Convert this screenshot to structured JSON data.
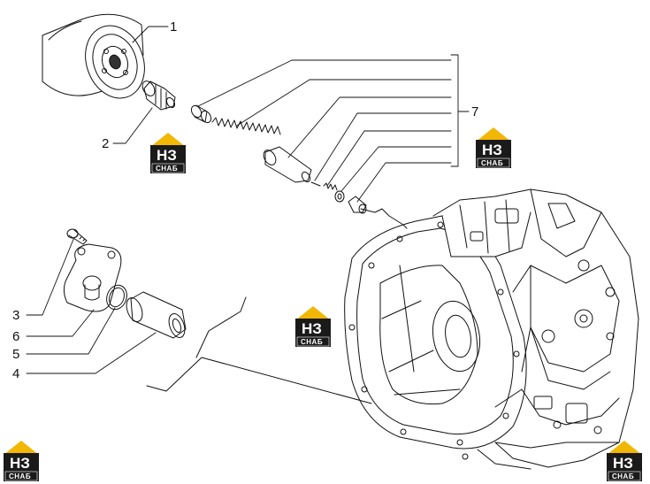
{
  "callouts": {
    "c1": "1",
    "c2": "2",
    "c3": "3",
    "c4": "4",
    "c5": "5",
    "c6": "6",
    "c7": "7"
  },
  "watermark": {
    "top_text": "НЗ",
    "bottom_text": "СНАБ",
    "color_yellow": "#f2b705",
    "color_dark": "#1a1a1a"
  }
}
